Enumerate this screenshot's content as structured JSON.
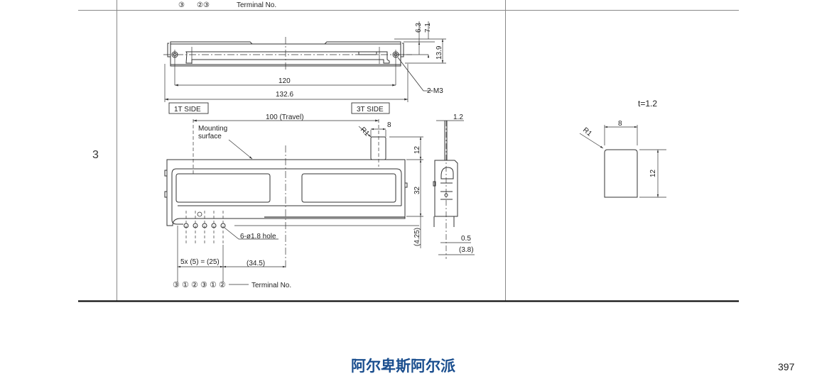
{
  "table": {
    "row_number": "3",
    "prev_row_partial_text": "Terminal No.",
    "prev_row_partial_terminals": [
      "③",
      "②③"
    ]
  },
  "drawing_top": {
    "dim_6_3": "6.3",
    "dim_7_1": "7.1",
    "dim_13_9": "13.9",
    "dim_120": "120",
    "dim_132_6": "132.6",
    "note_2m3": "2-M3",
    "label_1t_side": "1T SIDE",
    "label_3t_side": "3T SIDE"
  },
  "drawing_front": {
    "dim_travel": "100 (Travel)",
    "mounting_surface_line1": "Mounting",
    "mounting_surface_line2": "surface",
    "radius_r1": "R1",
    "dim_8": "8",
    "dim_12": "12",
    "dim_32": "32",
    "dim_4_25": "(4.25)",
    "hole_note": "6-ø1.8 hole",
    "dim_pitch": "5x (5) = (25)",
    "dim_34_5": "(34.5)",
    "terminal_numbers": [
      "③",
      "①",
      "②",
      "③",
      "①",
      "②"
    ],
    "terminal_label": "Terminal No."
  },
  "drawing_side": {
    "dim_1_2": "1.2",
    "dim_0_5": "0.5",
    "dim_3_8": "(3.8)"
  },
  "drawing_knob": {
    "thickness": "t=1.2",
    "radius_r1": "R1",
    "dim_width": "8",
    "dim_height": "12"
  },
  "footer": {
    "brand": "阿尔卑斯阿尔派",
    "page_number": "397"
  },
  "colors": {
    "brand": "#1b4f8f",
    "line": "#333333",
    "grid": "#999999"
  }
}
